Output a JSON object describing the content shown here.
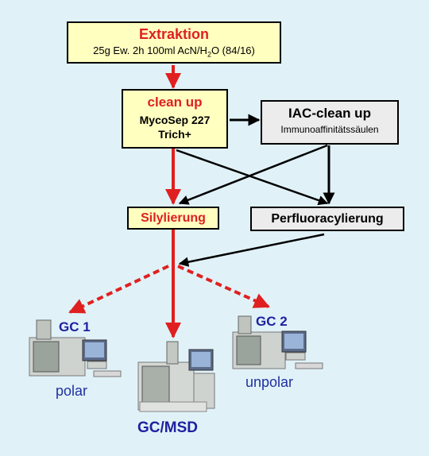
{
  "extraktion": {
    "title": "Extraktion",
    "detail_a": "25g Ew.  2h  100ml AcN/H",
    "detail_sub": "2",
    "detail_b": "O (84/16)"
  },
  "cleanup": {
    "title": "clean up",
    "line1": "MycoSep 227",
    "line2": "Trich+"
  },
  "iac": {
    "title": "IAC-clean up",
    "line1": "Immunoaffinitätssäulen"
  },
  "silylierung": {
    "title": "Silylierung"
  },
  "perfluor": {
    "title": "Perfluoracylierung"
  },
  "instruments": {
    "gc1": "GC 1",
    "gc1_mode": "polar",
    "gc2": "GC 2",
    "gc2_mode": "unpolar",
    "gcmsd": "GC/MSD"
  },
  "colors": {
    "background": "#e0f2f8",
    "box_yellow": "#ffffc0",
    "box_gray": "#ececec",
    "arrow_red": "#e02020",
    "label_blue": "#2020a0"
  }
}
